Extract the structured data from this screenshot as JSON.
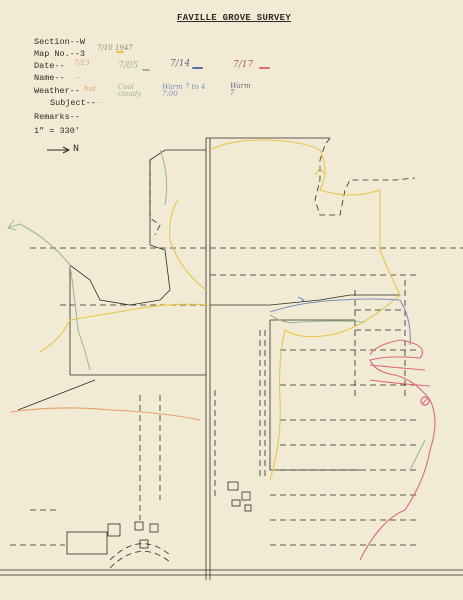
{
  "title": "FAVILLE GROVE SURVEY",
  "fields": {
    "section": "Section--W",
    "map_no": "Map No.--3",
    "date": "Date--",
    "name": "Name--",
    "weather": "Weather--",
    "subject": "Subject--",
    "remarks": "Remarks--",
    "scale": "1\" = 330'",
    "north_label": "N"
  },
  "annotations": {
    "map_no_note": "7/10 1947",
    "dates": [
      "7/13",
      "7/05",
      "7/14",
      "7/17"
    ],
    "name_note": "...",
    "weather_notes": [
      "hot",
      "Cool cloudy",
      "Warm 7 to 4 7:00",
      "Warm 7"
    ],
    "subject_note": "..."
  },
  "colors": {
    "paper": "#f1ebd6",
    "ink": "#2f2a24",
    "route_yellow": "#e8c64a",
    "route_green": "#9fb89a",
    "route_blue": "#7e8fb8",
    "route_red": "#dc6a74",
    "route_orange": "#e8a06a"
  },
  "icons": [
    "north-arrow-icon",
    "circle-marker-icon"
  ]
}
